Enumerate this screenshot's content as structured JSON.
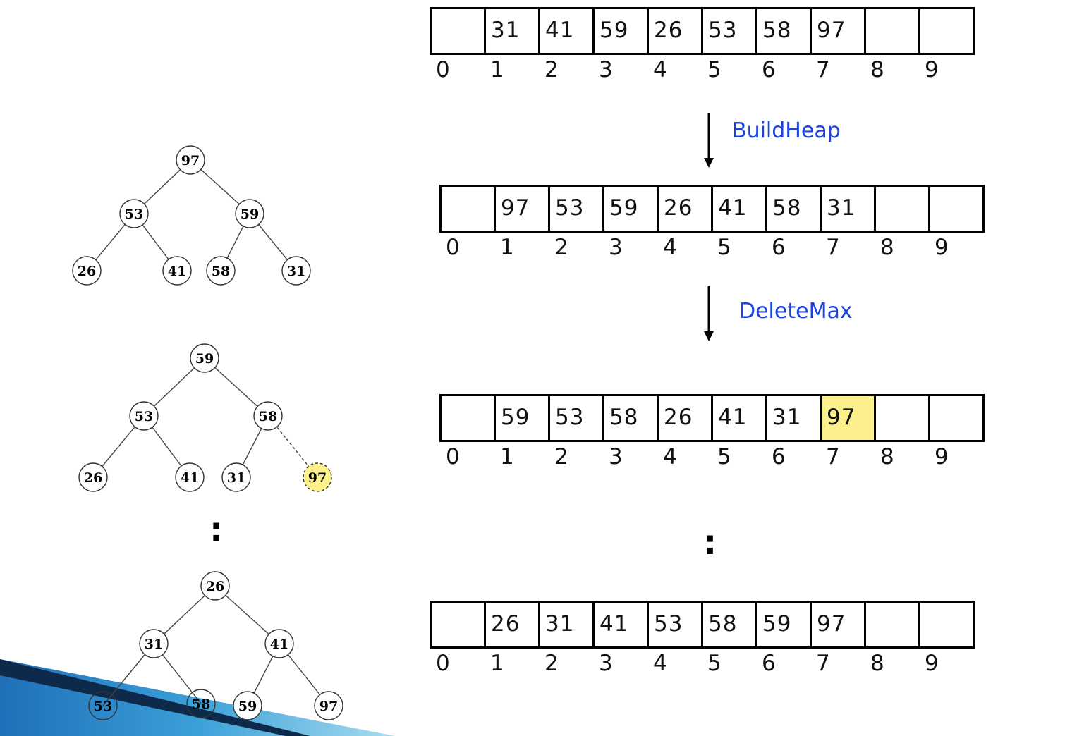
{
  "arrays": [
    {
      "values": [
        "",
        "31",
        "41",
        "59",
        "26",
        "53",
        "58",
        "97",
        "",
        ""
      ],
      "highlight_index": -1
    },
    {
      "values": [
        "",
        "97",
        "53",
        "59",
        "26",
        "41",
        "58",
        "31",
        "",
        ""
      ],
      "highlight_index": -1
    },
    {
      "values": [
        "",
        "59",
        "53",
        "58",
        "26",
        "41",
        "31",
        "97",
        "",
        ""
      ],
      "highlight_index": 7
    },
    {
      "values": [
        "",
        "26",
        "31",
        "41",
        "53",
        "58",
        "59",
        "97",
        "",
        ""
      ],
      "highlight_index": -1
    }
  ],
  "indices": [
    "0",
    "1",
    "2",
    "3",
    "4",
    "5",
    "6",
    "7",
    "8",
    "9"
  ],
  "steps": {
    "build": "BuildHeap",
    "delete": "DeleteMax"
  },
  "ellipsis": ":",
  "trees": [
    {
      "nodes": [
        "97",
        "53",
        "59",
        "26",
        "41",
        "58",
        "31"
      ]
    },
    {
      "nodes": [
        "59",
        "53",
        "58",
        "26",
        "41",
        "31",
        "97"
      ],
      "highlight_node": "97"
    },
    {
      "nodes": [
        "26",
        "31",
        "41",
        "53",
        "58",
        "59",
        "97"
      ]
    }
  ],
  "colors": {
    "step_label": "#1a43e0",
    "highlight": "#fbf08c"
  }
}
